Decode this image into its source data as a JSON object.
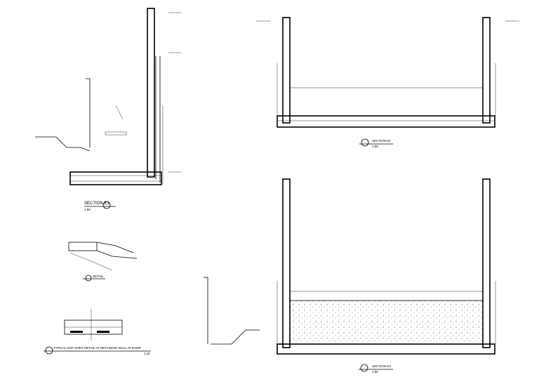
{
  "drawing": {
    "section_e1": {
      "title": "SECTION E1",
      "scale": "1:50"
    },
    "section_e2": {
      "title": "SECTION E2",
      "scale": "1:50"
    },
    "section_e3": {
      "title": "SECTION E3",
      "scale": "1:50"
    },
    "detail": {
      "title": "DETAIL"
    },
    "exp_joint": {
      "title": "TYPICAL EXP JOINT DETAIL AT RETAINING WALL AT RAMP",
      "scale": "1:10"
    }
  },
  "colors": {
    "ink": "#000000",
    "background": "#ffffff"
  }
}
